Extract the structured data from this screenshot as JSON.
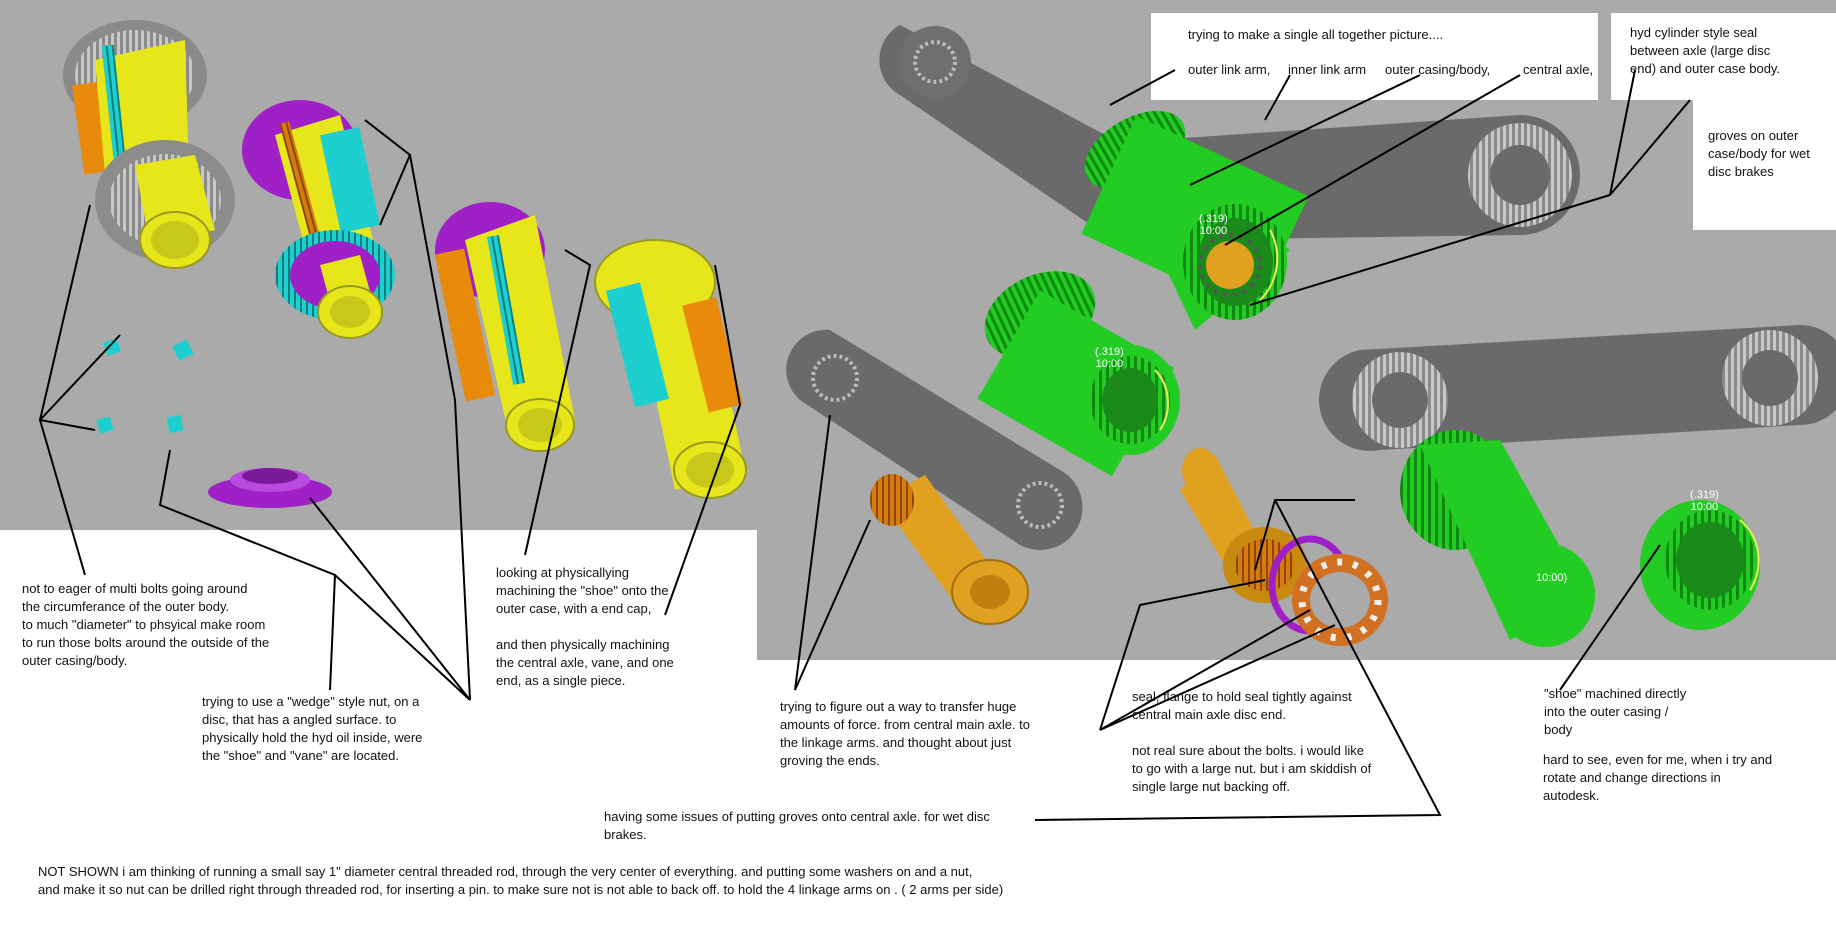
{
  "colors": {
    "viewport_bg": "#aaaaaa",
    "yellow": "#e6e61a",
    "orange": "#e88a0a",
    "cyan": "#1ecfcf",
    "purple": "#a020c8",
    "green": "#22cc22",
    "dark_gray": "#6a6a6a",
    "light_gray": "#c8c8c8",
    "amber": "#e0a020"
  },
  "labels": {
    "overlay_1": "(.319)\n10:00",
    "overlay_2": "(.319)\n10:00",
    "overlay_3": "(.319)\n10:00",
    "overlay_4": "10:00)"
  },
  "notes": {
    "single_picture": "trying to make a single all together picture....",
    "outer_link_arm": "outer link arm,",
    "inner_link_arm": "inner link arm",
    "outer_casing": "outer casing/body,",
    "central_axle": "central axle,",
    "hyd_seal": "hyd cylinder style seal\nbetween axle (large disc\nend) and outer case body.",
    "groves_outer": "groves on outer\ncase/body for wet\ndisc brakes",
    "multi_bolts": "not to eager of multi bolts going around\nthe circumferance of the outer body.\nto much \"diameter\" to phsyical make room\nto run those bolts around the outside of the\nouter casing/body.",
    "wedge_nut": "trying to use a \"wedge\" style nut, on a\ndisc, that has a angled surface. to\nphysically hold the hyd oil inside, were\nthe \"shoe\" and \"vane\" are located.",
    "machining_shoe": "looking at physicallying\nmachining the \"shoe\" onto the\nouter case, with a end cap,\n\nand then physically machining\nthe central axle, vane, and one\nend, as a single piece.",
    "transfer_force": "trying to figure out a way to transfer huge\namounts of force. from central main axle. to\nthe linkage arms.  and thought about just\ngroving the ends.",
    "seal_flange": "seal, flange to hold seal tightly against\ncentral main axle disc end.",
    "bolts_nut": "not real sure about the bolts. i would like\nto go with a large nut. but i am skiddish of\nsingle large nut backing off.",
    "shoe_machined": "\"shoe\" machined directly\ninto the outer casing /\nbody",
    "hard_to_see": "hard to see, even for me, when i try and\nrotate and change directions in\nautodesk.",
    "groves_axle": "having some issues of putting groves onto central axle. for wet disc\nbrakes.",
    "not_shown": "NOT SHOWN i am thinking of running a small say 1\" diameter central threaded rod, through the very center of everything. and putting some washers on and a nut,\nand make it so nut can be drilled right through threaded rod, for inserting a pin. to make sure not is not able to back off.  to hold the 4 linkage arms on . ( 2 arms per side)"
  }
}
